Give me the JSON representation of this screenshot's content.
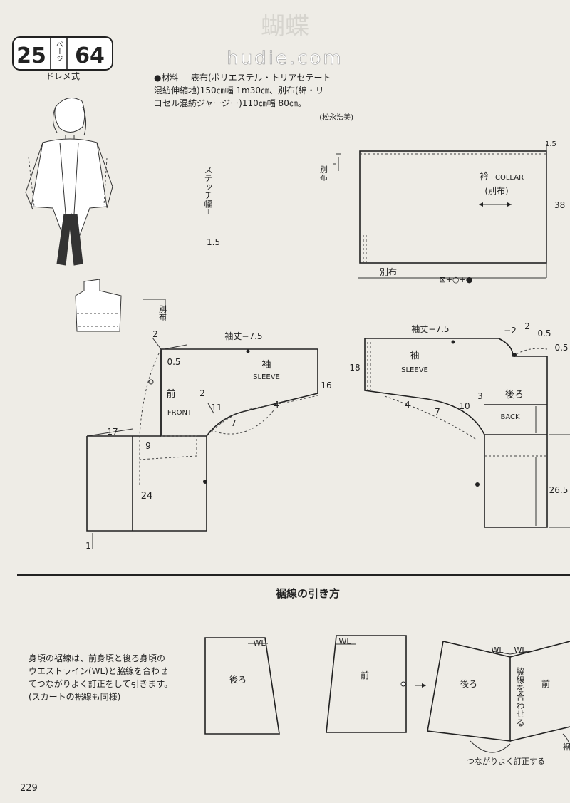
{
  "header": {
    "page_ref": "25",
    "page_unit": "ページ",
    "pattern_no": "64",
    "pattern_type": "ドレメ式",
    "watermark": "hudie.com",
    "watermark_cn": "蝴蝶"
  },
  "materials": {
    "label": "●材料",
    "line1": "表布(ポリエステル・トリアセテート",
    "line2": "混紡伸縮地)150㎝幅 1m30㎝、別布(綿・リ",
    "line3": "ヨセル混紡ジャージー)110㎝幅 80㎝。",
    "designer": "(松永浩美)"
  },
  "stitch": {
    "label": "ステッチ幅=",
    "value": "1.5"
  },
  "collar": {
    "title_jp": "衿",
    "title_en": "COLLAR",
    "fabric": "(別布)",
    "side_label": "別布",
    "bottom_label": "別布",
    "width_formula": "⊠+○+●",
    "height": "38",
    "corner": "1.5"
  },
  "front": {
    "fabric_label": "別布",
    "sleeve_formula": "袖丈−7.5",
    "sleeve_jp": "袖",
    "sleeve_en": "SLEEVE",
    "body_jp": "前",
    "body_en": "FRONT",
    "dims": {
      "d2a": "2",
      "d05": "0.5",
      "d2b": "2",
      "d11": "11",
      "d4": "4",
      "d7": "7",
      "d16": "16",
      "d17": "17",
      "d9": "9",
      "d24": "24",
      "d1": "1"
    }
  },
  "back": {
    "sleeve_formula": "袖丈−7.5",
    "sleeve_jp": "袖",
    "sleeve_en": "SLEEVE",
    "body_jp": "後ろ",
    "body_en": "BACK",
    "dims": {
      "m2": "−2",
      "d2": "2",
      "d05a": "0.5",
      "d05b": "0.5",
      "d18": "18",
      "d3": "3",
      "d10": "10",
      "d4": "4",
      "d7": "7",
      "d265": "26.5"
    }
  },
  "hem": {
    "title": "裾線の引き方",
    "desc1": "身頃の裾線は、前身頃と後ろ身頃の",
    "desc2": "ウエストライン(WL)と脇線を合わせ",
    "desc3": "てつながりよく訂正をして引きます。",
    "desc4": "(スカートの裾線も同様)",
    "wl": "WL",
    "back_label": "後ろ",
    "front_label": "前",
    "align_note": "脇線を合わせる",
    "correct_note": "つながりよく訂正する",
    "cut_label": "裾"
  },
  "footer": {
    "page_number": "229"
  }
}
